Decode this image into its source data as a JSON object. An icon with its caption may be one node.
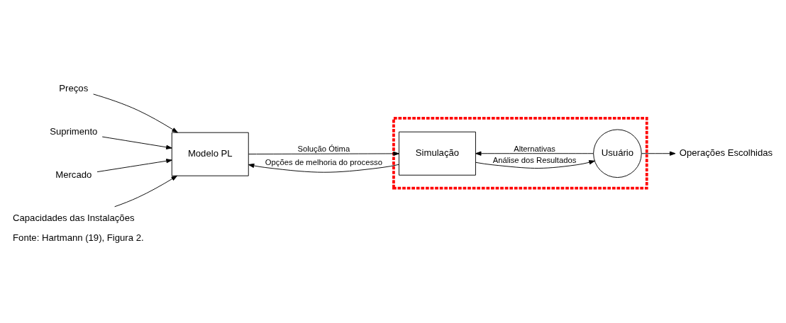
{
  "diagram": {
    "caption": "Fonte: Hartmann (19), Figura 2.",
    "nodes": [
      {
        "text": [
          "Preços"
        ]
      },
      {
        "text": [
          "Suprimento"
        ]
      },
      {
        "text": [
          "Mercado"
        ]
      },
      {
        "text": [
          "Capacidades das Instalações"
        ]
      },
      {
        "text": [
          "Modelo PL"
        ]
      },
      {
        "text": [],
        "shape": "box"
      },
      {
        "text": [
          "Simulação"
        ],
        "in": 5
      },
      {
        "text": [
          "Usuário"
        ],
        "in": 5
      },
      {
        "text": [
          "Operações Escolhidas"
        ]
      }
    ],
    "edges": [
      {
        "from": 0,
        "to": 4,
        "arrow": "to"
      },
      {
        "from": 1,
        "to": 4,
        "arrow": "to"
      },
      {
        "from": 2,
        "to": 4,
        "arrow": "to"
      },
      {
        "from": 3,
        "to": 4,
        "arrow": "to"
      },
      {
        "from": 4,
        "to": 6,
        "arrow": "to",
        "label": "Solução Ótima"
      },
      {
        "from": 6,
        "to": 4,
        "arrow": "to",
        "label": "Opções de melhoria do processo"
      },
      {
        "from": 6,
        "to": 7,
        "arrow": "to",
        "label": "Análise dos Resultados"
      },
      {
        "from": 7,
        "to": 6,
        "arrow": "to",
        "label": "Alternativas"
      },
      {
        "from": 7,
        "to": 8,
        "arrow": "to"
      }
    ]
  }
}
